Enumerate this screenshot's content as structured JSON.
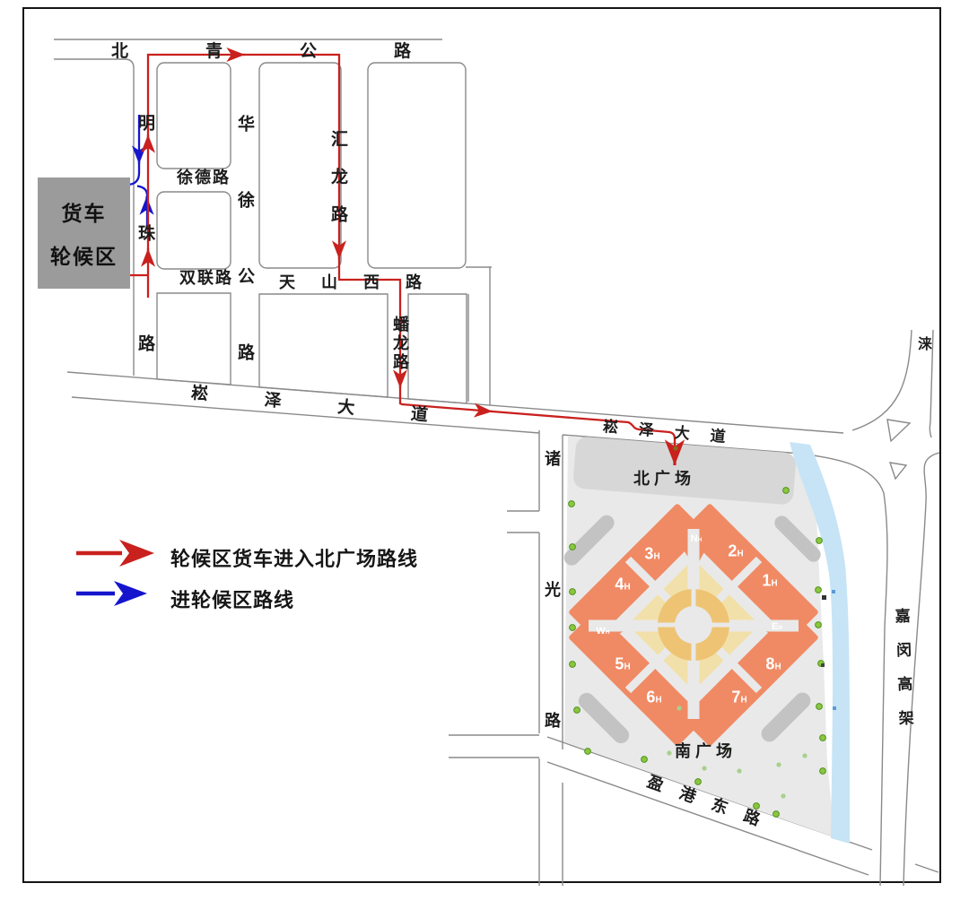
{
  "legend": {
    "red_label": "轮候区货车进入北广场路线",
    "blue_label": "进轮候区路线",
    "red_color": "#c9211e",
    "blue_color": "#1515ce"
  },
  "waiting_area": {
    "line1": "货车",
    "line2": "轮候区"
  },
  "roads": {
    "beiqing": "北青公路",
    "mingzhu": "明珠路",
    "huaxu": "华徐公路",
    "huilong": "汇龙路",
    "xude": "徐德路",
    "shuanglian": "双联路",
    "tianshanxi": "天山西路",
    "panlong": "蟠龙路",
    "songze_west": "崧泽大道",
    "songze_east": "崧泽大道",
    "zhuguang": "诸光路",
    "jiamin": "嘉闵高架",
    "yinggang": "盈港东路",
    "lai_partial": "涞"
  },
  "venue": {
    "north_plaza": "北广场",
    "south_plaza": "南广场",
    "halls": [
      {
        "num": "1",
        "sub": "H"
      },
      {
        "num": "2",
        "sub": "H"
      },
      {
        "num": "3",
        "sub": "H"
      },
      {
        "num": "4",
        "sub": "H"
      },
      {
        "num": "5",
        "sub": "H"
      },
      {
        "num": "6",
        "sub": "H"
      },
      {
        "num": "7",
        "sub": "H"
      },
      {
        "num": "8",
        "sub": "H"
      }
    ],
    "entrances": [
      {
        "label": "N",
        "sub": "H"
      },
      {
        "label": "W",
        "sub": "H"
      },
      {
        "label": "E",
        "sub": "H"
      }
    ]
  },
  "colors": {
    "hall_orange": "#f08a64",
    "venue_gray": "#e9e9e9",
    "plaza_gray": "#d7d7d7",
    "river_blue": "#c6e4f6",
    "tree_green": "#8cc63f"
  }
}
